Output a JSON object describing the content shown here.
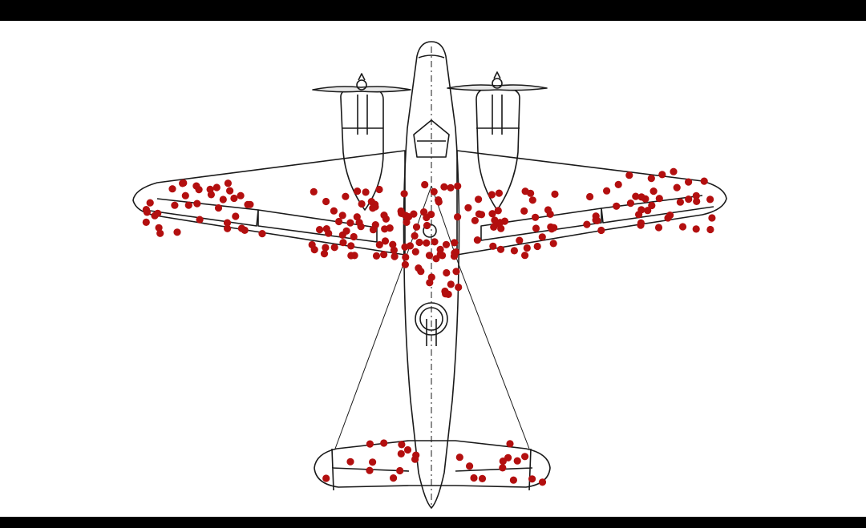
{
  "figure": {
    "subject": "aircraft-damage-diagram",
    "background_color": "#ffffff",
    "frame_color": "#000000",
    "line_color": "#1a1a1a",
    "marker_color": "#b30f0f"
  },
  "damage_regions": [
    {
      "region": "left-wing-outer",
      "count": 36
    },
    {
      "region": "left-wing-inner",
      "count": 46
    },
    {
      "region": "fuselage-center",
      "count": 48
    },
    {
      "region": "right-wing-inner",
      "count": 40
    },
    {
      "region": "right-wing-outer",
      "count": 40
    },
    {
      "region": "left-tailplane",
      "count": 13
    },
    {
      "region": "right-tailplane",
      "count": 13
    }
  ],
  "undamaged_regions": [
    "engines",
    "cockpit",
    "rear-fuselage",
    "wingtips"
  ]
}
